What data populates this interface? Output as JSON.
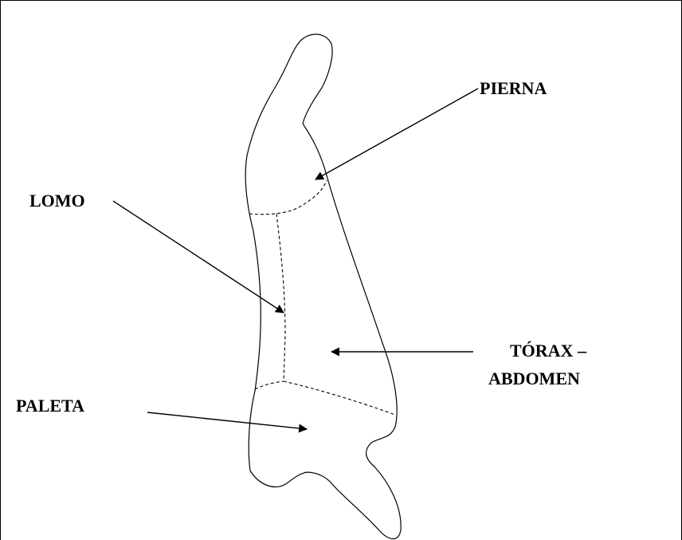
{
  "labels": {
    "pierna": "PIERNA",
    "lomo": "LOMO",
    "torax_line1": "TÓRAX –",
    "torax_line2": "ABDOMEN",
    "paleta": "PALETA"
  }
}
